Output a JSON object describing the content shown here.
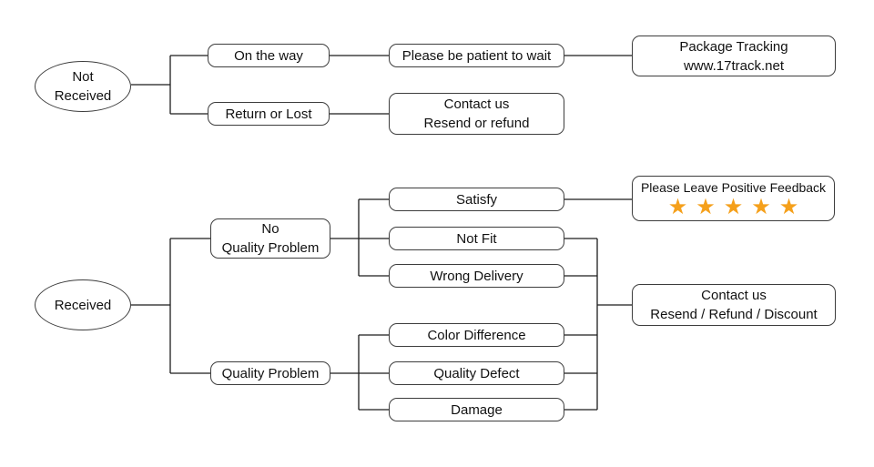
{
  "nodes": {
    "not_received": "Not\nReceived",
    "on_the_way": "On the way",
    "please_wait": "Please be patient to wait",
    "package_tracking": "Package Tracking\nwww.17track.net",
    "return_or_lost": "Return or Lost",
    "contact_resend_refund": "Contact us\nResend or refund",
    "received": "Received",
    "no_quality_problem": "No\nQuality Problem",
    "quality_problem": "Quality Problem",
    "satisfy": "Satisfy",
    "not_fit": "Not Fit",
    "wrong_delivery": "Wrong Delivery",
    "color_difference": "Color Difference",
    "quality_defect": "Quality Defect",
    "damage": "Damage",
    "contact_resend_refund_discount": "Contact us\nResend / Refund / Discount"
  },
  "feedback": {
    "title": "Please Leave Positive Feedback",
    "stars": {
      "count": 5,
      "glyph": "★",
      "color": "#F5A01B"
    }
  },
  "colors": {
    "background": "#ffffff",
    "box_border": "#3d3d3d",
    "connector": "#1c1c1c",
    "text": "#111111",
    "star": "#F5A01B"
  }
}
